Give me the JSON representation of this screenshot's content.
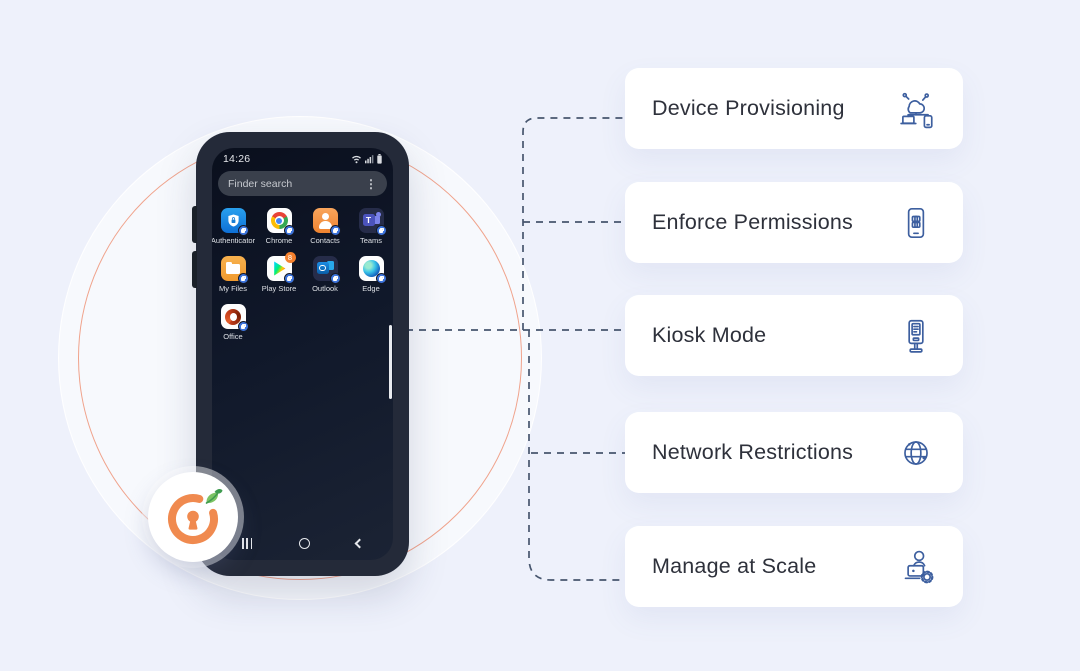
{
  "colors": {
    "background": "#EEF1FB",
    "accent_orange": "#F08A4F",
    "card_icon_blue": "#3D5F9F",
    "connector": "#47566E",
    "salmon_circle": "#F0A38C"
  },
  "phone": {
    "status_bar": {
      "time": "14:26"
    },
    "search": {
      "placeholder": "Finder search",
      "menu_icon": "kebab-menu"
    },
    "apps": [
      {
        "label": "Authenticator"
      },
      {
        "label": "Chrome"
      },
      {
        "label": "Contacts"
      },
      {
        "label": "Teams"
      },
      {
        "label": "My Files"
      },
      {
        "label": "Play Store",
        "badge_count": "8"
      },
      {
        "label": "Outlook"
      },
      {
        "label": "Edge"
      },
      {
        "label": "Office"
      }
    ],
    "nav": {
      "recents": "recents",
      "home": "home",
      "back": "back"
    }
  },
  "cards": [
    {
      "label": "Device Provisioning",
      "icon": "cloud-devices-icon"
    },
    {
      "label": "Enforce Permissions",
      "icon": "phone-grid-icon"
    },
    {
      "label": "Kiosk Mode",
      "icon": "kiosk-terminal-icon"
    },
    {
      "label": "Network Restrictions",
      "icon": "globe-icon"
    },
    {
      "label": "Manage at Scale",
      "icon": "admin-laptop-gear-icon"
    }
  ]
}
